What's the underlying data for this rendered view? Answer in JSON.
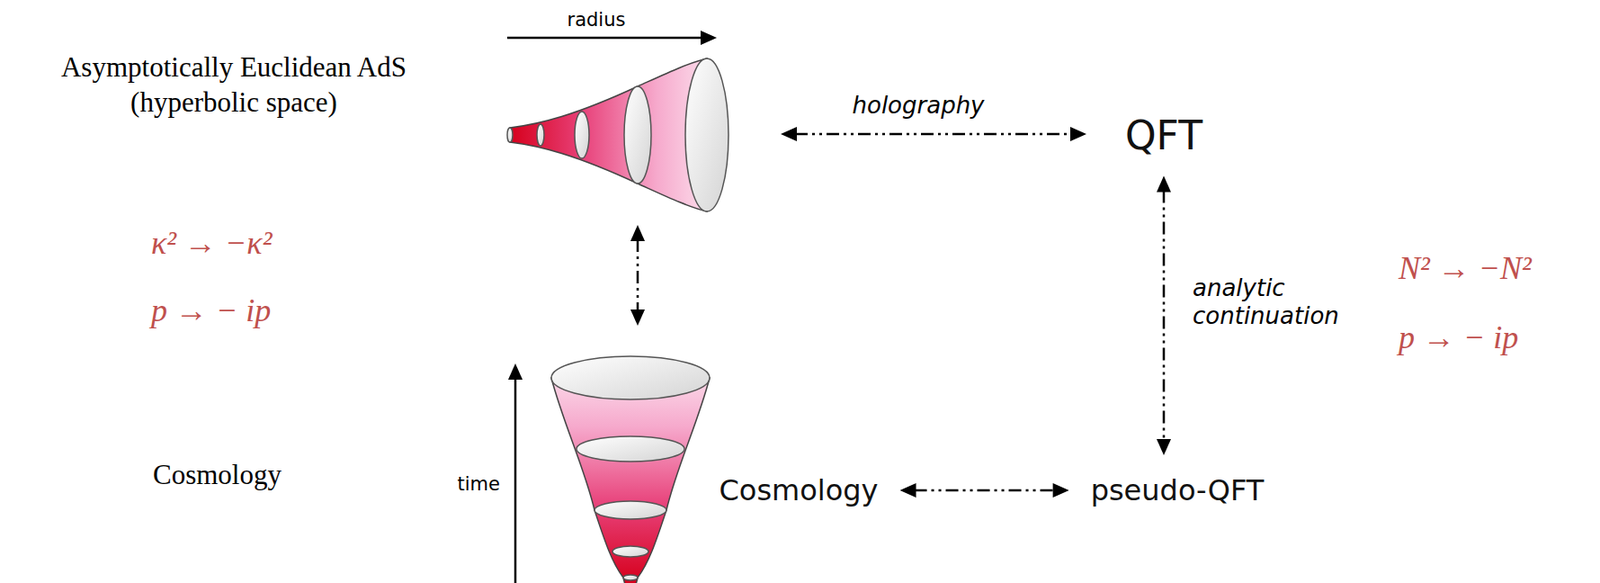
{
  "diagram": {
    "nodes": [
      {
        "text": [
          "QFT"
        ]
      },
      {
        "text": [
          "Cosmology"
        ]
      },
      {
        "text": [
          "pseudo-QFT"
        ]
      }
    ],
    "edges": [
      {
        "from": 0,
        "to": 2,
        "label": "analytic continuation",
        "arrow": "both"
      },
      {
        "from": 1,
        "to": 2,
        "arrow": "both"
      }
    ],
    "labels": [
      "Asymptotically Euclidean AdS (hyperbolic space)",
      "radius",
      "holography",
      "κ² → −κ²",
      "p → − ip",
      "N² → −N²",
      "p → − ip",
      "time",
      "Cosmology"
    ]
  }
}
